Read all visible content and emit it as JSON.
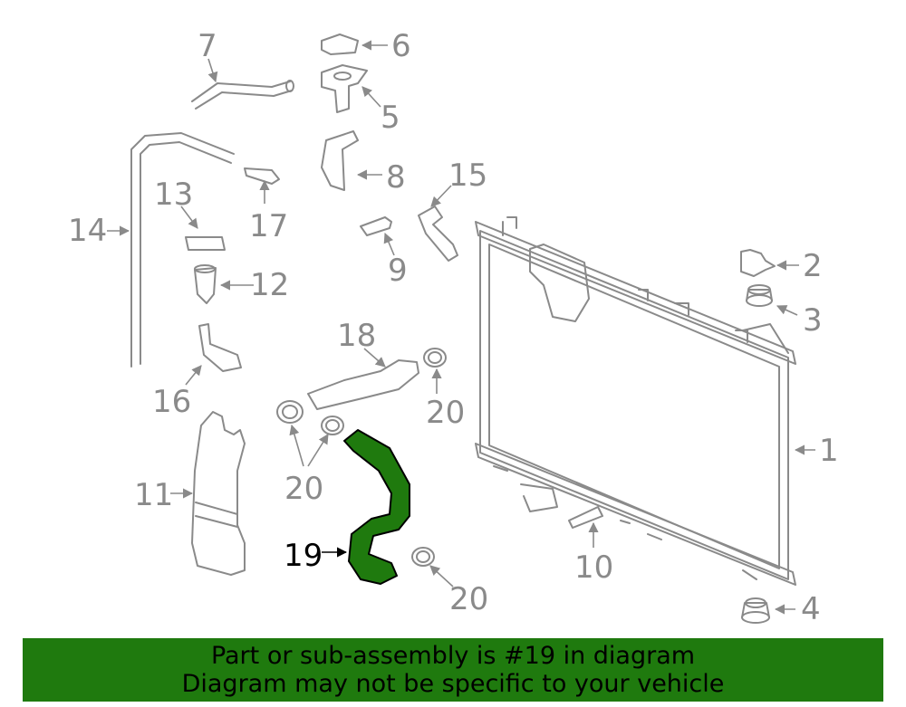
{
  "diagram": {
    "highlight_color": "#1f7a0e",
    "line_color": "#8a8a8a",
    "callouts": {
      "c1": "1",
      "c2": "2",
      "c3": "3",
      "c4": "4",
      "c5": "5",
      "c6": "6",
      "c7": "7",
      "c8": "8",
      "c9": "9",
      "c10": "10",
      "c11": "11",
      "c12": "12",
      "c13": "13",
      "c14": "14",
      "c15": "15",
      "c16": "16",
      "c17": "17",
      "c18": "18",
      "c19": "19",
      "c20a": "20",
      "c20b": "20",
      "c20c": "20"
    }
  },
  "banner": {
    "line1": "Part or sub-assembly is #19 in diagram",
    "line2": "Diagram may not be specific to your vehicle",
    "background": "#1f7a0e"
  }
}
